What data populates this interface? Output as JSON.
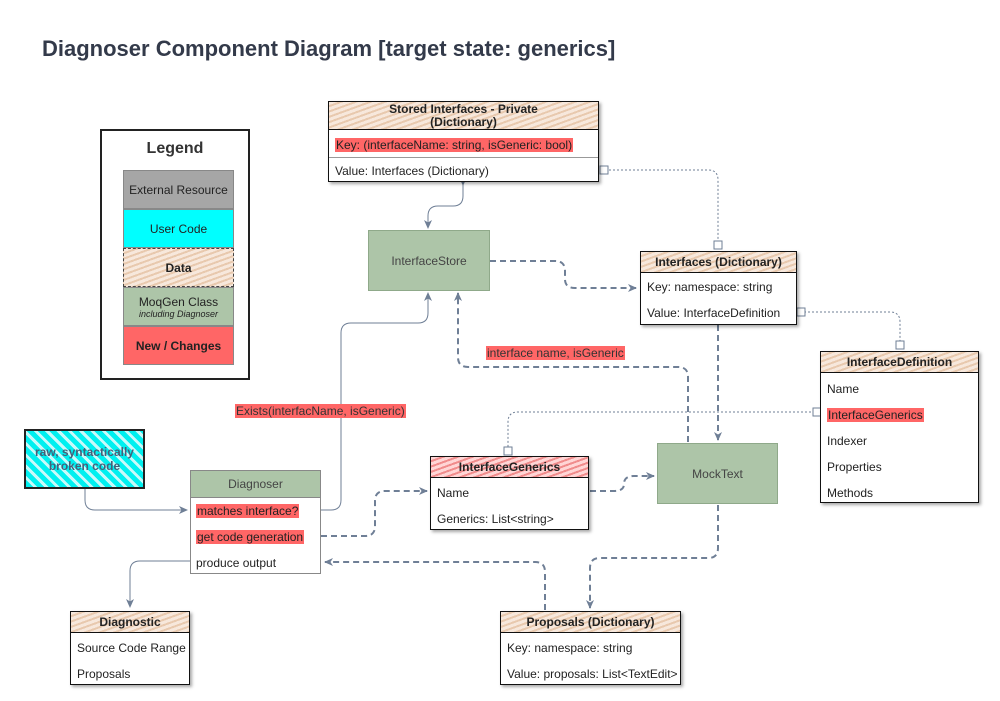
{
  "title": "Diagnoser Component Diagram [target state: generics]",
  "legend": {
    "title": "Legend",
    "items": {
      "external": "External Resource",
      "user_code": "User Code",
      "data": "Data",
      "moqgen": "MoqGen Class",
      "moqgen_sub": "including Diagnoser",
      "new": "New / Changes"
    }
  },
  "stored": {
    "title_1": "Stored Interfaces - Private",
    "title_2": "(Dictionary)",
    "key": "Key: (interfaceName: string, isGeneric: bool)",
    "value": "Value: Interfaces (Dictionary)"
  },
  "interface_store": "InterfaceStore",
  "interfaces": {
    "title": "Interfaces (Dictionary)",
    "key": "Key: namespace: string",
    "value": "Value: InterfaceDefinition"
  },
  "interface_definition": {
    "title": "InterfaceDefinition",
    "rows": [
      "Name",
      "InterfaceGenerics",
      "Indexer",
      "Properties",
      "Methods"
    ]
  },
  "interface_generics": {
    "title": "InterfaceGenerics",
    "name": "Name",
    "generics": "Generics: List<string>"
  },
  "mock_text": "MockText",
  "raw_code": {
    "line1": "raw, syntactically",
    "line2": "broken code"
  },
  "diagnoser": {
    "title": "Diagnoser",
    "rows": [
      "matches interface?",
      "get code generation",
      "produce output"
    ]
  },
  "diagnostic": {
    "title": "Diagnostic",
    "rows": [
      "Source Code Range",
      "Proposals"
    ]
  },
  "proposals": {
    "title": "Proposals (Dictionary)",
    "key": "Key: namespace: string",
    "value": "Value: proposals: List<TextEdit>"
  },
  "labels": {
    "interface_name": "interface name, isGeneric",
    "exists": "Exists(interfacName, isGeneric)"
  },
  "colors": {
    "external": "#a6a6a6",
    "user_code": "#00ffff",
    "data": "#f5e1cf",
    "moqgen": "#adc5a8",
    "new": "#ff6666",
    "connector": "#6f7f96"
  }
}
